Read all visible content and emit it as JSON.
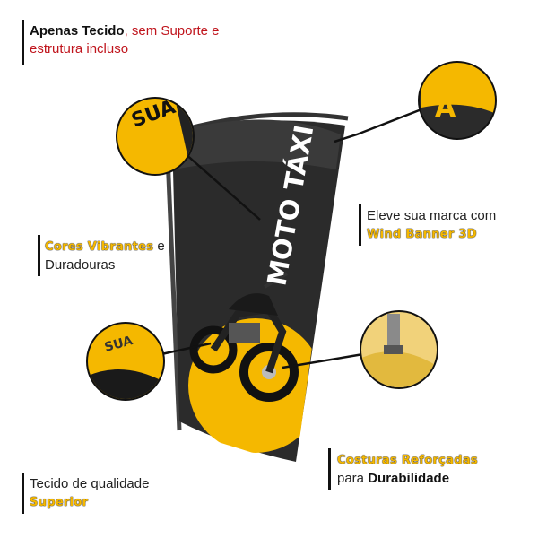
{
  "callouts": {
    "top_left": {
      "bold": "Apenas Tecido",
      "rest_line1": ", sem Suporte e",
      "line2": "estrutura incluso"
    },
    "right_top": {
      "line1": "Eleve sua marca com",
      "highlight": "Wind Banner 3D"
    },
    "left_mid": {
      "highlight": "Cores Vibrantes",
      "rest": " e",
      "line2": "Duradouras"
    },
    "right_bottom": {
      "highlight": "Costuras Reforçadas",
      "line2_prefix": "para ",
      "line2_bold": "Durabilidade"
    },
    "bottom_left": {
      "line1": "Tecido de qualidade",
      "highlight": "Superior"
    }
  },
  "banner": {
    "text": "MOTO TÁXI"
  },
  "colors": {
    "yellow": "#f5b800",
    "dark": "#2b2b2b",
    "red": "#c0151d"
  }
}
